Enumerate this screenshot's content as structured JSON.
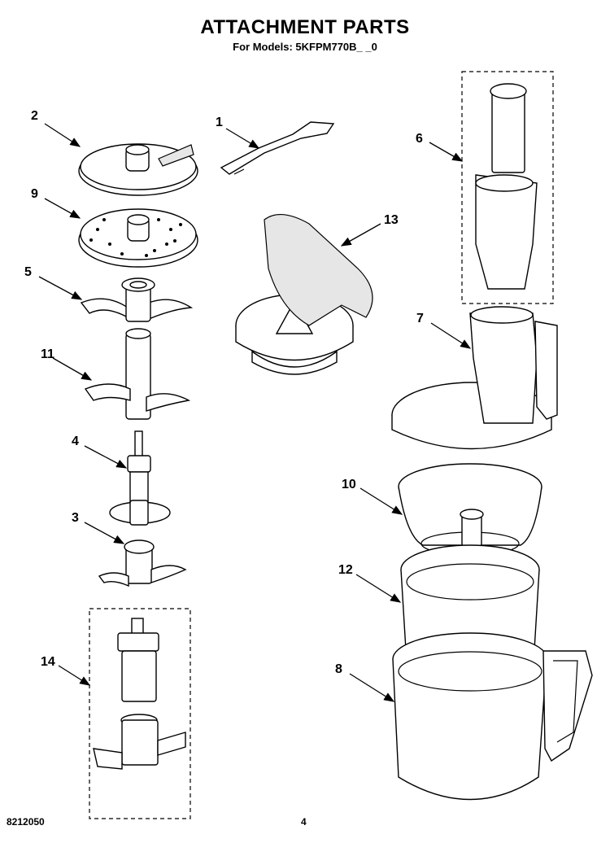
{
  "header": {
    "title": "ATTACHMENT PARTS",
    "subtitle": "For Models: 5KFPM770B_ _0"
  },
  "footer": {
    "doc_number": "8212050",
    "page_number": "4"
  },
  "callouts": {
    "c1": "1",
    "c2": "2",
    "c3": "3",
    "c4": "4",
    "c5": "5",
    "c6": "6",
    "c7": "7",
    "c8": "8",
    "c9": "9",
    "c10": "10",
    "c11": "11",
    "c12": "12",
    "c13": "13",
    "c14": "14"
  }
}
